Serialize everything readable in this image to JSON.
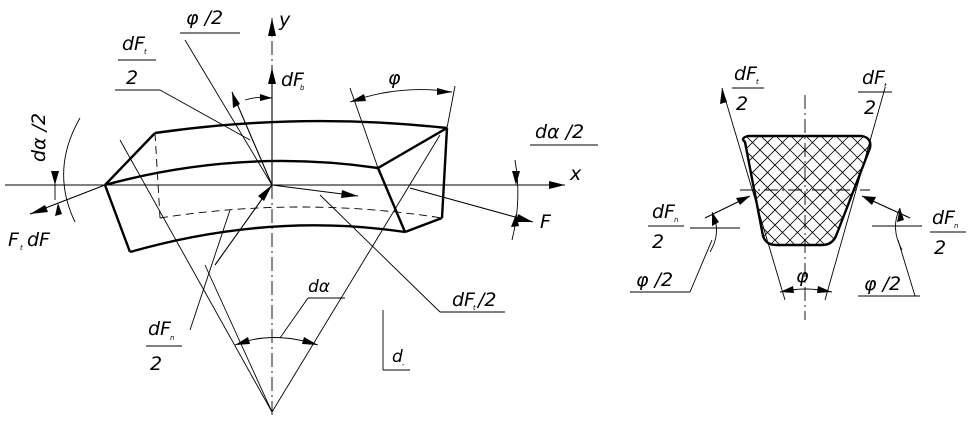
{
  "labels": {
    "y_axis": "y",
    "x_axis": "x",
    "phi_half_top": "φ /2",
    "dFt_num": "dF",
    "dFt_sub": "t",
    "frac_den_2": "2",
    "dFb": "dF",
    "dFb_sub": "b",
    "phi": "φ",
    "dalpha_half_right": "dα /2",
    "dalpha_half_left": "dα /2",
    "F_right": "F",
    "Ft_dF": "F",
    "Ft_dF_sub": "t",
    "Ft_dF_tail": "dF",
    "dalpha": "dα",
    "dFn_num": "dF",
    "dFn_sub": "n",
    "dFt_half": "dF",
    "dFt_half_sub": "t",
    "dFt_half_tail": "/2",
    "d_label": "d",
    "d_sub": "-",
    "r_dFt_num": "dF",
    "r_dFt_sub": "t",
    "r_dFt2_num": "dF",
    "r_dFt2_sub": "t",
    "r_dFn_left_num": "dF",
    "r_dFn_left_sub": "n",
    "r_dFn_right_num": "dF",
    "r_dFn_right_sub": "n",
    "r_phi_half_left": "φ /2",
    "r_phi": "φ",
    "r_phi_half_right": "φ /2"
  }
}
